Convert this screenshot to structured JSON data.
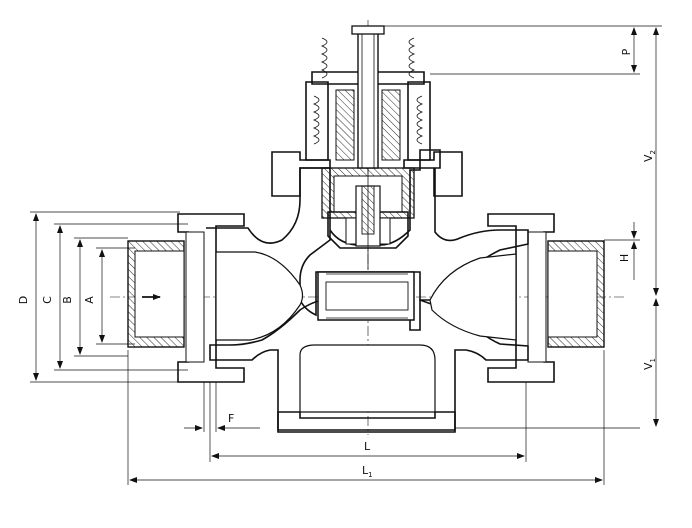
{
  "labels": {
    "D": "D",
    "C": "C",
    "B": "B",
    "A": "A",
    "F": "F",
    "L": "L",
    "L1": "L",
    "L1_sub": "1",
    "P": "P",
    "V2": "V",
    "V2_sub": "2",
    "H": "H",
    "V1": "V",
    "V1_sub": "1"
  },
  "colors": {
    "line": "#111111",
    "hatch": "#111111",
    "background": "#ffffff"
  }
}
